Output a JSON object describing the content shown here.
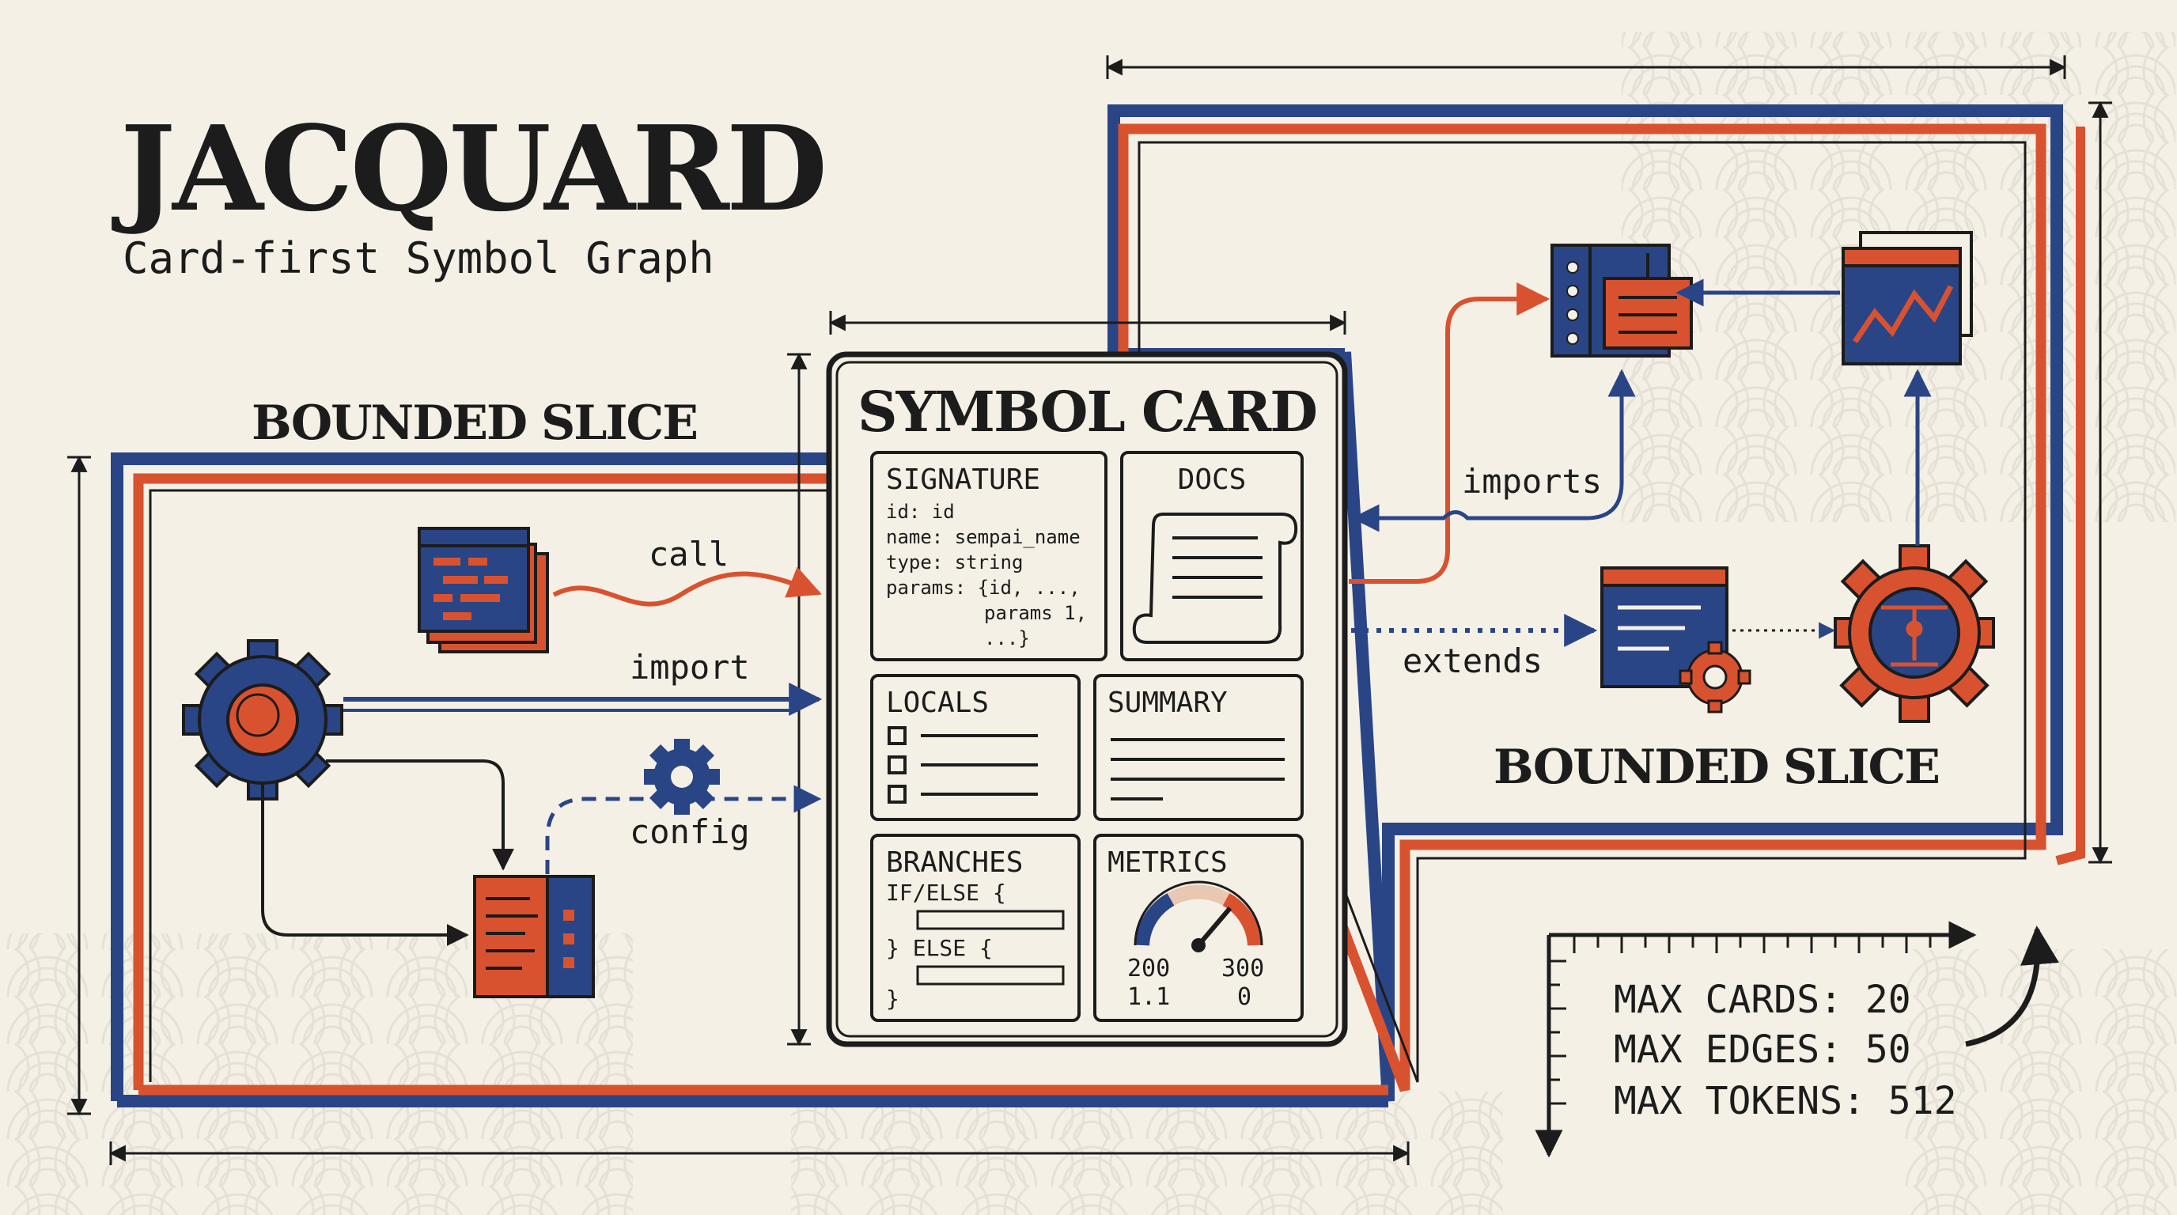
{
  "title": "JACQUARD",
  "subtitle": "Card-first Symbol Graph",
  "labels": {
    "bounded_slice_left": "BOUNDED SLICE",
    "bounded_slice_right": "BOUNDED SLICE"
  },
  "card": {
    "title": "SYMBOL CARD",
    "signature": {
      "heading": "SIGNATURE",
      "lines": [
        "id: id",
        "name: sempai_name",
        "type: string",
        "params: {id, ...,",
        "params 1,",
        "...}"
      ]
    },
    "docs": {
      "heading": "DOCS"
    },
    "locals": {
      "heading": "LOCALS"
    },
    "summary": {
      "heading": "SUMMARY"
    },
    "branches": {
      "heading": "BRANCHES",
      "if_else": "IF/ELSE {",
      "else": "} ELSE {",
      "close": "}"
    },
    "metrics": {
      "heading": "METRICS",
      "v1": "200",
      "v2": "300",
      "v3": "1.1",
      "v4": "0"
    }
  },
  "edges": {
    "call": "call",
    "import": "import",
    "config": "config",
    "imports": "imports",
    "extends": "extends"
  },
  "limits": {
    "max_cards": "MAX CARDS: 20",
    "max_edges": "MAX EDGES: 50",
    "max_tokens": "MAX TOKENS: 512"
  },
  "colors": {
    "navy": "#2a4585",
    "red": "#d9522f",
    "ink": "#1c1c1c",
    "paper": "#f4f0e6"
  }
}
